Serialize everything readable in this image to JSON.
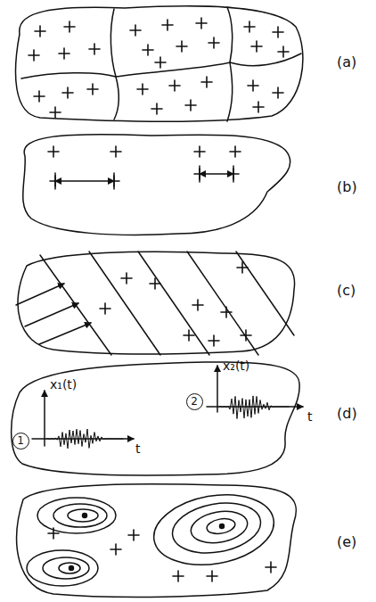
{
  "diagram": {
    "nodes": [
      {
        "text": [
          "1"
        ]
      },
      {
        "text": [
          "2"
        ]
      }
    ],
    "labels": [
      "(a)",
      "(b)",
      "(c)",
      "(d)",
      "(e)",
      "x₁(t)",
      "t",
      "x₂(t)",
      "t"
    ]
  }
}
